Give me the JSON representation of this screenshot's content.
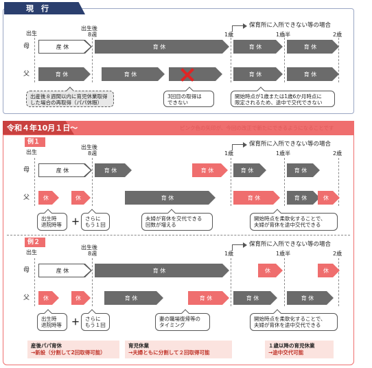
{
  "colors": {
    "navy": "#2b3f6e",
    "gray_arrow": "#6b6b6b",
    "pink_arrow": "#ef6e6e",
    "pink_text": "#e05a5a",
    "box_border": "#9aa6c3",
    "red_cross": "#e02424"
  },
  "current": {
    "header": "現　行",
    "nursery_label": "保育所に入所できない等の場合",
    "markers": {
      "birth": "出生",
      "after_birth": "出生後",
      "week8": "8週",
      "y1": "1歳",
      "y1h": "1歳半",
      "y2": "2歳"
    },
    "row_mother": "母",
    "row_father": "父",
    "maternity": "産 休",
    "childcare": "育 休",
    "note_left": [
      "出産後８週間以内に育児休業取得",
      "した場合の再取得（パパ休暇）"
    ],
    "note_mid": [
      "3回目の取得は",
      "できない"
    ],
    "note_right": [
      "開始時点が1歳または1歳6か月時点に",
      "限定されるため、途中で交代できない"
    ]
  },
  "reiwa": {
    "header": "令和４年10月１日〜",
    "legend": "ピンク色の矢印が、今回の改正で新たにできるようになることです",
    "ex1": {
      "label": "例１",
      "nursery_label": "保育所に入所できない等の場合",
      "markers": {
        "birth": "出生",
        "after_birth": "出生後",
        "week8": "8週",
        "y1": "1歳",
        "y1h": "1歳半",
        "y2": "2歳"
      },
      "row_mother": "母",
      "row_father": "父",
      "maternity": "産 休",
      "childcare": "育 休",
      "kyu": "休",
      "note_a": [
        "出生時",
        "退院時等"
      ],
      "plus": "＋",
      "note_b": [
        "さらに",
        "もう１回"
      ],
      "note_mid": [
        "夫婦が育休を交代できる",
        "回数が増える"
      ],
      "note_right": [
        "開始時点を柔軟化することで、",
        "夫婦が育休を途中交代できる"
      ]
    },
    "ex2": {
      "label": "例２",
      "nursery_label": "保育所に入所できない等の場合",
      "markers": {
        "birth": "出生",
        "after_birth": "出生後",
        "week8": "8週",
        "y1": "1歳",
        "y1h": "1歳半",
        "y2": "2歳"
      },
      "row_mother": "母",
      "row_father": "父",
      "maternity": "産 休",
      "childcare": "育 休",
      "kyu": "休",
      "note_a": [
        "出生時",
        "退院時等"
      ],
      "plus": "＋",
      "note_b": [
        "さらに",
        "もう１回"
      ],
      "note_mid": [
        "妻の職場復帰等の",
        "タイミング"
      ],
      "note_right": [
        "開始時点を柔軟化することで、",
        "夫婦が育休を途中交代できる"
      ]
    },
    "footer": [
      {
        "l1": "産後パパ育休",
        "l2": "→新設（分割して2回取得可能）"
      },
      {
        "l1": "育児休業",
        "l2": "→夫婦ともに分割して２回取得可能"
      },
      {
        "l1": "１歳以降の育児休業",
        "l2": "→途中交代可能"
      }
    ]
  }
}
